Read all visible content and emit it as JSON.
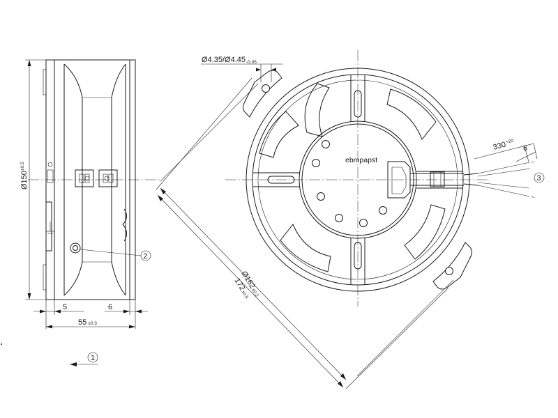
{
  "dimensions": {
    "height_side": {
      "main": "Ø150",
      "tol": "±0.5"
    },
    "gap_left": "5",
    "gap_right": "6",
    "depth": {
      "main": "55",
      "tol": "±0.3"
    },
    "hole": {
      "main": "Ø4.35/Ø4.45",
      "tol": "-0.05"
    },
    "lead_length": {
      "main": "330",
      "tol": "+20"
    },
    "strip_length": "6",
    "ring_diameter": {
      "main": "Ø162",
      "tol": "±0.2"
    },
    "flange_diagonal": {
      "main": "172",
      "tol": "±0.5"
    }
  },
  "callouts": {
    "c1": "1",
    "c2": "2",
    "c3": "3"
  },
  "brand": "ebmpapst"
}
